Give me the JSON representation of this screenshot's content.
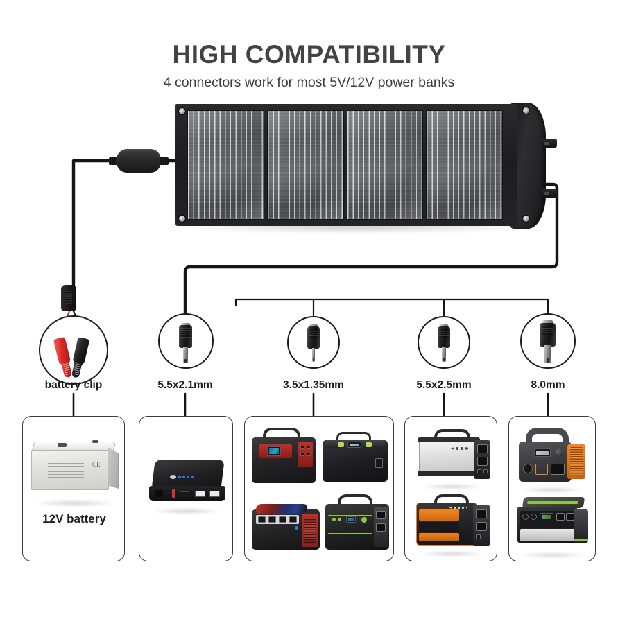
{
  "header": {
    "title": "HIGH COMPATIBILITY",
    "subtitle": "4 connectors work for most 5V/12V power banks"
  },
  "product": {
    "name": "foldable-solar-panel",
    "sections": 4,
    "flap_loops": 2,
    "grommets": 4
  },
  "connectors": [
    {
      "id": "battery-clip",
      "label": "battery clip",
      "type": "alligator-clips"
    },
    {
      "id": "dc-5521",
      "label": "5.5x2.1mm",
      "type": "dc-barrel"
    },
    {
      "id": "dc-35135",
      "label": "3.5x1.35mm",
      "type": "dc-barrel"
    },
    {
      "id": "dc-5525",
      "label": "5.5x2.5mm",
      "type": "dc-barrel"
    },
    {
      "id": "dc-80",
      "label": "8.0mm",
      "type": "dc-barrel"
    }
  ],
  "device_boxes": [
    {
      "id": "box-battery",
      "caption": "12V battery",
      "devices": [
        {
          "name": "lead-acid-battery",
          "color": "#e4e4e1"
        }
      ]
    },
    {
      "id": "box-power-bank",
      "caption": "",
      "devices": [
        {
          "name": "usb-power-bank",
          "color": "#1b1b1d"
        }
      ]
    },
    {
      "id": "box-power-stations-a",
      "caption": "",
      "devices": [
        {
          "name": "power-station-red-display",
          "color": "#2a2a2c",
          "accent": "#c8302b"
        },
        {
          "name": "power-station-green-handle",
          "color": "#242426",
          "accent": "#9ccb3b"
        },
        {
          "name": "power-station-red-handles",
          "color": "#2b2b2d",
          "accent": "#b7322c"
        },
        {
          "name": "power-station-green-front",
          "color": "#232325",
          "accent": "#8dc63f"
        }
      ]
    },
    {
      "id": "box-power-stations-b",
      "caption": "",
      "devices": [
        {
          "name": "power-station-silver",
          "color": "#dcdcdc",
          "accent": "#2a2a2c"
        },
        {
          "name": "power-station-orange",
          "color": "#242426",
          "accent": "#ef7d1a"
        }
      ]
    },
    {
      "id": "box-power-stations-c",
      "caption": "",
      "devices": [
        {
          "name": "power-station-orange-gray",
          "color": "#3b3b3e",
          "accent": "#f07c1b"
        },
        {
          "name": "power-station-green-silver",
          "color": "#2c2c2e",
          "accent": "#8dc63f"
        }
      ]
    }
  ],
  "colors": {
    "title": "#434343",
    "subtitle": "#3c3c3c",
    "wire": "#151517",
    "box_border": "#3a3a3c",
    "clip_red": "#d62a24",
    "clip_black": "#1a1a1c",
    "background": "#ffffff"
  }
}
